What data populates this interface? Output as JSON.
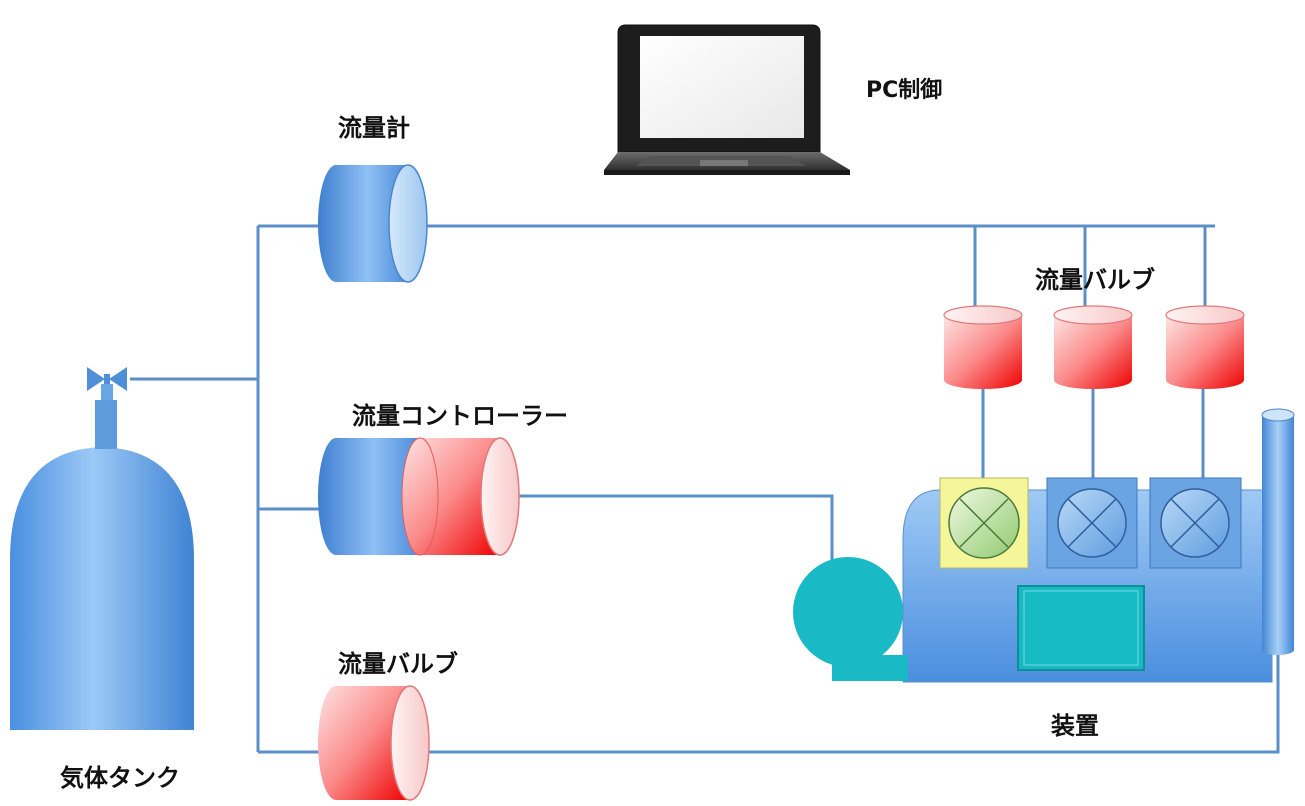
{
  "labels": {
    "pc_control": "PC制御",
    "flow_meter": "流量計",
    "flow_controller": "流量コントローラー",
    "flow_valve_left": "流量バルブ",
    "flow_valve_top": "流量バルブ",
    "gas_tank": "気体タンク",
    "apparatus": "装置"
  },
  "colors": {
    "pipe": "#5b8fc7",
    "blue_body": "#4f8fd8",
    "red_body": "#f20000",
    "teal": "#19b9c6",
    "highlight": "#f5f59a"
  }
}
